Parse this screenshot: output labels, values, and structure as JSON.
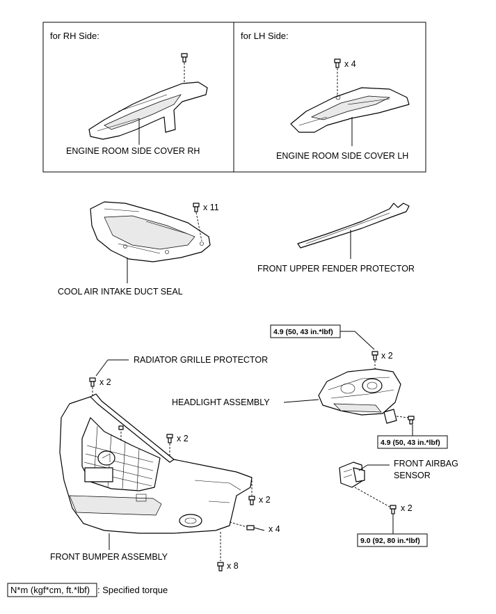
{
  "panels": {
    "rh_title": "for RH Side:",
    "lh_title": "for LH Side:"
  },
  "parts": {
    "engine_cover_rh": "ENGINE ROOM SIDE COVER RH",
    "engine_cover_lh": "ENGINE ROOM SIDE COVER LH",
    "cool_air_seal": "COOL AIR INTAKE DUCT SEAL",
    "fender_protector": "FRONT UPPER FENDER PROTECTOR",
    "radiator_grille": "RADIATOR GRILLE PROTECTOR",
    "headlight": "HEADLIGHT ASSEMBLY",
    "airbag_line1": "FRONT AIRBAG",
    "airbag_line2": "SENSOR",
    "front_bumper": "FRONT BUMPER ASSEMBLY"
  },
  "quantities": {
    "lh_clip": "x 4",
    "seal_clip": "x 11",
    "grille_clip": "x 2",
    "bumper_upper_clip": "x 2",
    "headlight_bolt": "x 2",
    "bumper_side_screw": "x 2",
    "bumper_screw": "x 4",
    "bumper_bottom": "x 8",
    "airbag_bolt": "x 2"
  },
  "torques": {
    "headlight_upper": "4.9 (50, 43 in.*lbf)",
    "headlight_lower": "4.9 (50, 43 in.*lbf)",
    "airbag": "9.0 (92, 80 in.*lbf)"
  },
  "legend": {
    "unit": "N*m (kgf*cm, ft.*lbf)",
    "text": ": Specified torque"
  }
}
